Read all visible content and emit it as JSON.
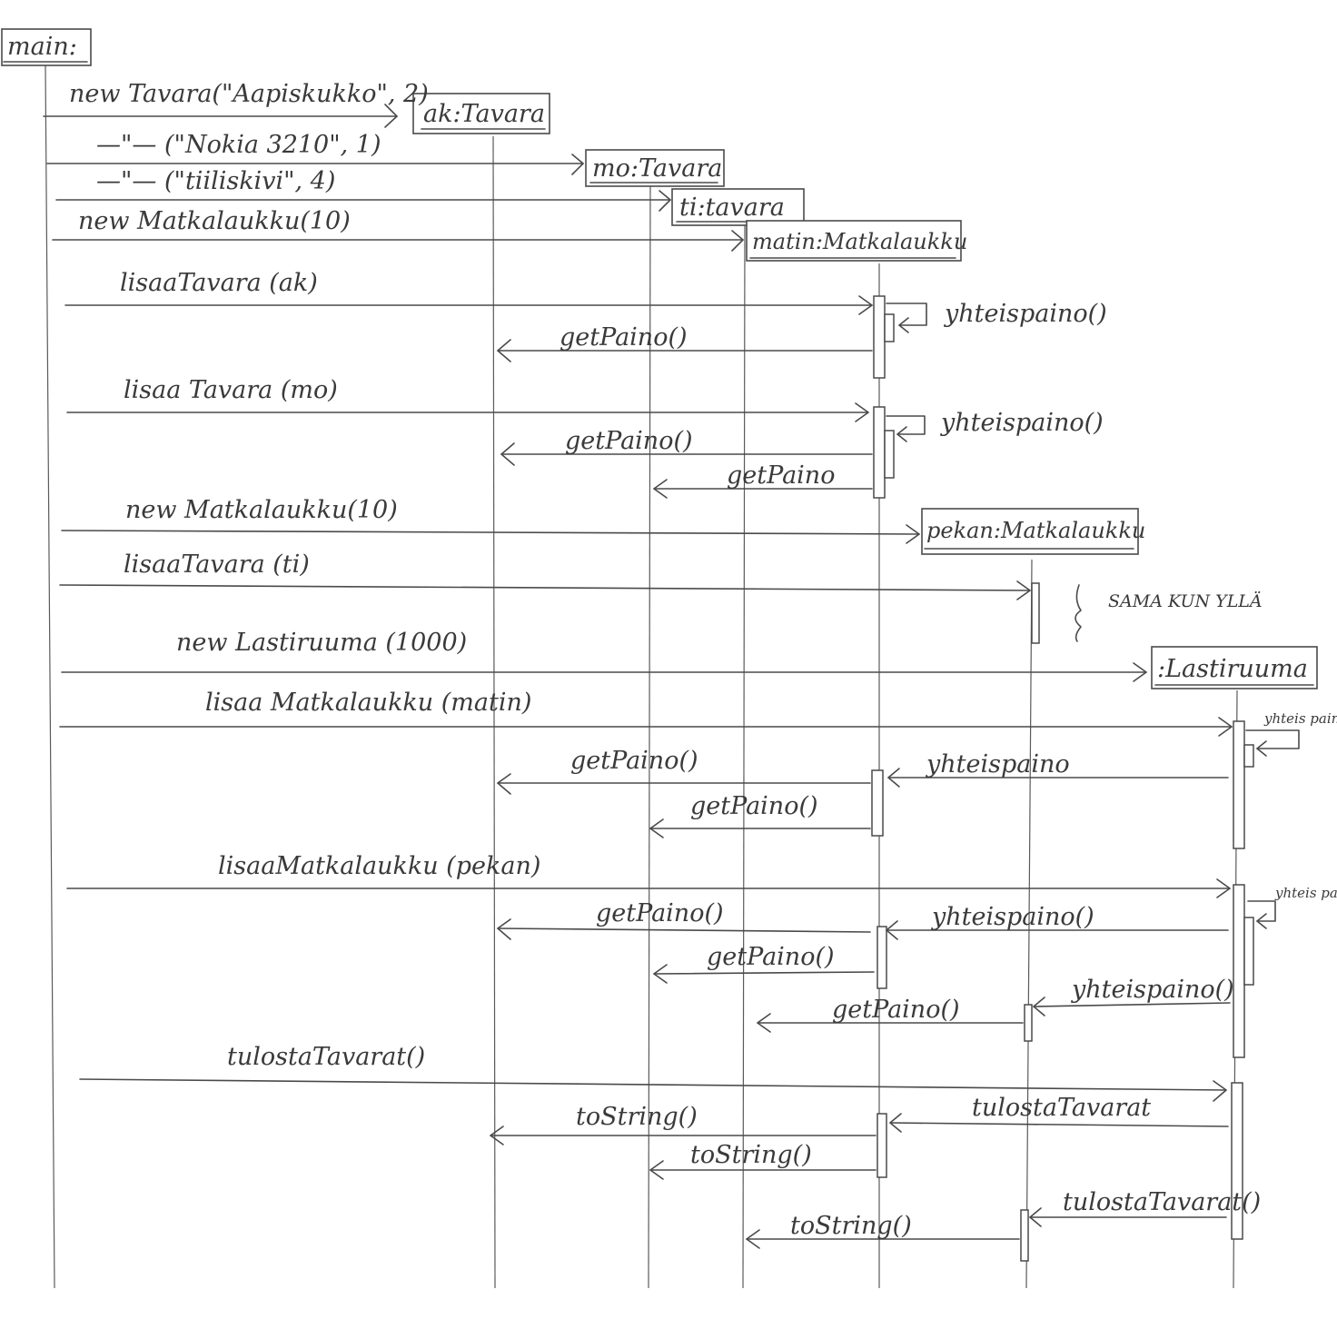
{
  "participants": [
    {
      "id": "main",
      "label": "main:"
    },
    {
      "id": "ak",
      "label": "ak:Tavara"
    },
    {
      "id": "mo",
      "label": "mo:Tavara"
    },
    {
      "id": "ti",
      "label": "ti:tavara"
    },
    {
      "id": "matin",
      "label": "matin:Matkalaukku"
    },
    {
      "id": "pekan",
      "label": "pekan:Matkalaukku"
    },
    {
      "id": "lasti",
      "label": ":Lastiruuma"
    }
  ],
  "messages": [
    {
      "label": "new Tavara(\"Aapiskukko\", 2)"
    },
    {
      "label": "—\"— (\"Nokia 3210\", 1)"
    },
    {
      "label": "—\"— (\"tiiliskivi\", 4)"
    },
    {
      "label": "new Matkalaukku(10)"
    },
    {
      "label": "lisaaTavara (ak)"
    },
    {
      "label": "yhteispaino()"
    },
    {
      "label": "getPaino()"
    },
    {
      "label": "lisaa Tavara (mo)"
    },
    {
      "label": "yhteispaino()"
    },
    {
      "label": "getPaino()"
    },
    {
      "label": "getPaino"
    },
    {
      "label": "new Matkalaukku(10)"
    },
    {
      "label": "lisaaTavara (ti)"
    },
    {
      "label": "SAMA KUN YLLÄ"
    },
    {
      "label": "new Lastiruuma (1000)"
    },
    {
      "label": "lisaa Matkalaukku (matin)"
    },
    {
      "label": "yhteis paino()"
    },
    {
      "label": "getPaino()"
    },
    {
      "label": "yhteispaino"
    },
    {
      "label": "getPaino()"
    },
    {
      "label": "lisaaMatkalaukku (pekan)"
    },
    {
      "label": "yhteis paino()"
    },
    {
      "label": "getPaino()"
    },
    {
      "label": "yhteispaino()"
    },
    {
      "label": "getPaino()"
    },
    {
      "label": "yhteispaino()"
    },
    {
      "label": "getPaino()"
    },
    {
      "label": "tulostaTavarat()"
    },
    {
      "label": "toString()"
    },
    {
      "label": "tulostaTavarat"
    },
    {
      "label": "toString()"
    },
    {
      "label": "tulostaTavarat()"
    },
    {
      "label": "toString()"
    }
  ],
  "colors": {
    "ink": "#4a4a4a",
    "paper": "#ffffff"
  }
}
